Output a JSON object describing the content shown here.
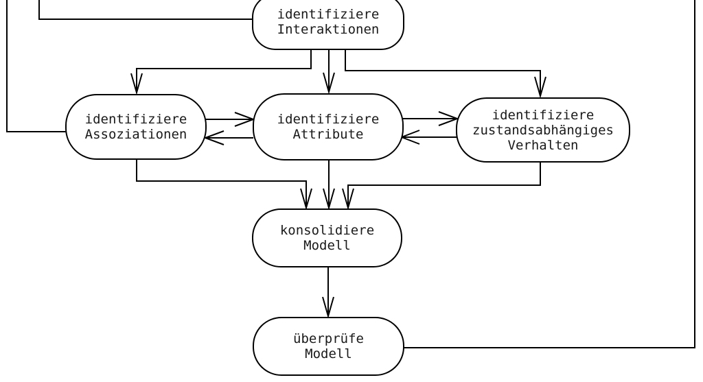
{
  "diagram": {
    "colors": {
      "stroke": "#000000",
      "text": "#1a1a1a",
      "background": "#ffffff"
    },
    "nodes": {
      "interaktionen": {
        "label": "identifiziere\nInteraktionen"
      },
      "assoziationen": {
        "label": "identifiziere\nAssoziationen"
      },
      "attribute": {
        "label": "identifiziere\nAttribute"
      },
      "verhalten": {
        "label": "identifiziere\nzustandsabhängiges\nVerhalten"
      },
      "konsolidiere": {
        "label": "konsolidiere\nModell"
      },
      "ueberpruefe": {
        "label": "überprüfe\nModell"
      }
    },
    "edges": [
      {
        "from": "offscreen-top",
        "to": "interaktionen",
        "arrowhead_visible": false
      },
      {
        "from": "offscreen-top",
        "to": "assoziationen",
        "arrowhead_visible": false
      },
      {
        "from": "interaktionen",
        "to": "assoziationen",
        "arrowhead_visible": true
      },
      {
        "from": "interaktionen",
        "to": "attribute",
        "arrowhead_visible": true
      },
      {
        "from": "interaktionen",
        "to": "verhalten",
        "arrowhead_visible": true
      },
      {
        "from": "assoziationen",
        "to": "attribute",
        "arrowhead_visible": true
      },
      {
        "from": "attribute",
        "to": "assoziationen",
        "arrowhead_visible": true
      },
      {
        "from": "attribute",
        "to": "verhalten",
        "arrowhead_visible": true
      },
      {
        "from": "verhalten",
        "to": "attribute",
        "arrowhead_visible": true
      },
      {
        "from": "assoziationen",
        "to": "konsolidiere",
        "arrowhead_visible": true
      },
      {
        "from": "attribute",
        "to": "konsolidiere",
        "arrowhead_visible": true
      },
      {
        "from": "verhalten",
        "to": "konsolidiere",
        "arrowhead_visible": true
      },
      {
        "from": "konsolidiere",
        "to": "ueberpruefe",
        "arrowhead_visible": true
      },
      {
        "from": "ueberpruefe",
        "to": "offscreen-top",
        "arrowhead_visible": false
      }
    ]
  }
}
